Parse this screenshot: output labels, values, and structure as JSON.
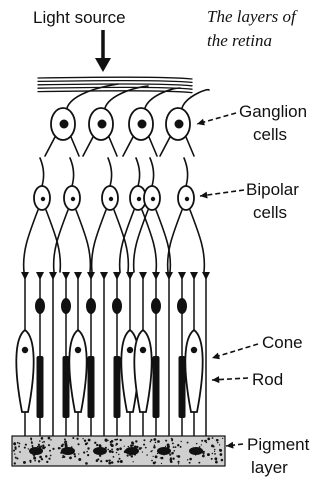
{
  "header": {
    "light_source": "Light source",
    "caption_line1": "The layers of",
    "caption_line2": "the retina"
  },
  "labels": {
    "ganglion_line1": "Ganglion",
    "ganglion_line2": "cells",
    "bipolar_line1": "Bipolar",
    "bipolar_line2": "cells",
    "cone": "Cone",
    "rod": "Rod",
    "pigment_line1": "Pigment",
    "pigment_line2": "layer"
  },
  "colors": {
    "ink": "#111111",
    "background": "#ffffff"
  }
}
